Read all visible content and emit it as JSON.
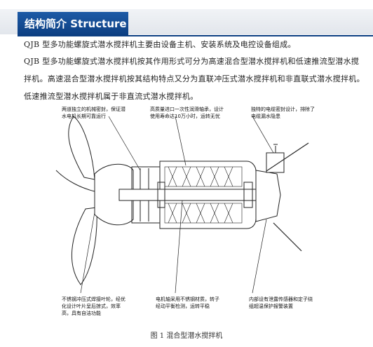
{
  "header": {
    "title": "结构简介  Structure"
  },
  "paragraphs": [
    "QJB 型多功能螺旋式潜水搅拌机主要由设备主机、安装系统及电控设备组成。",
    "QJB 型多功能螺旋式潜水搅拌机按其作用形式可分为高速混合型潜水搅拌机和低速推流型潜水搅拌机。高速混合型潜水搅拌机按其结构特点又分为直联冲压式潜水搅拌机和非直联式潜水搅拌机。低速推流型潜水搅拌机属于非直流式潜水搅拌机。"
  ],
  "annotations": {
    "top_left": "两道独立的机械密封，保证潜\n水电机长期可靠运行",
    "top_middle": "高质量进口一次性润滑轴承，设计\n使用寿命达10万小时，运转无忧",
    "top_right": "独特的电缆密封设计，排除了\n电缆漏水隐患",
    "bottom_left": "不锈钢冲压式焊接叶轮，经优\n化设计叶片呈后掠式，效率\n高，具有自洁功能",
    "bottom_middle": "电机轴采用不锈钢材质，转子\n经动平衡检测，运转平稳",
    "bottom_right": "内部设有泄露传感器和定子绕\n组超温保护报警装置"
  },
  "caption": "图 1  混合型潜水搅拌机"
}
